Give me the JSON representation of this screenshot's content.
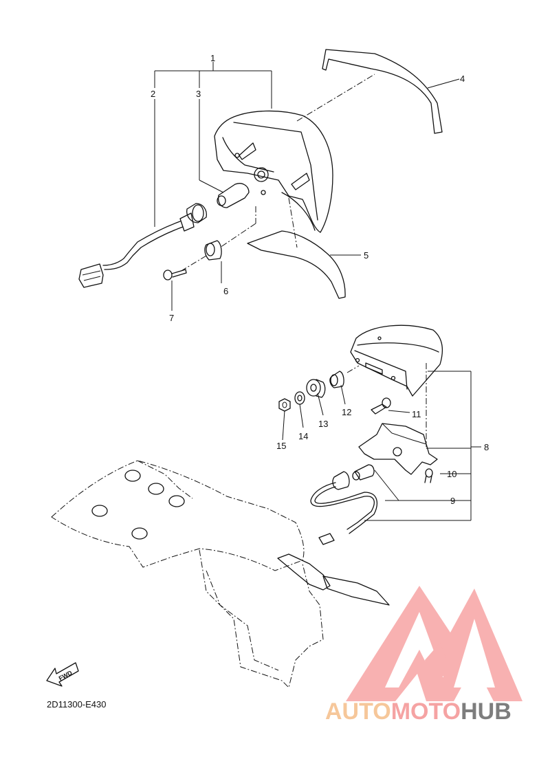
{
  "diagram": {
    "callouts": [
      "1",
      "2",
      "3",
      "4",
      "5",
      "6",
      "7",
      "8",
      "9",
      "10",
      "11",
      "12",
      "13",
      "14",
      "15"
    ],
    "part_code": "2D11300-E430",
    "fwd_label": "FWD"
  },
  "watermark": {
    "part1": "AUTO",
    "part2": "MOTO",
    "part3": "HUB",
    "colors": {
      "auto": "#f6c79a",
      "moto": "#f5a3a3",
      "hub": "#7d7d7d",
      "logo": "#f6a0a0"
    }
  }
}
